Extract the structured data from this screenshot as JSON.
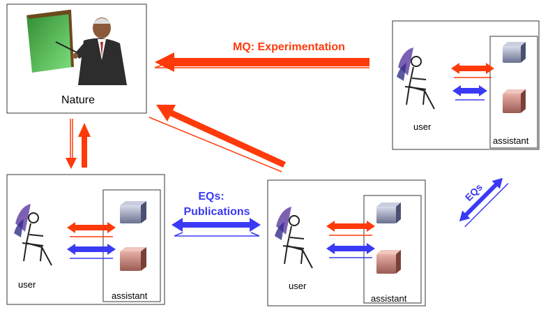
{
  "nature": {
    "label": "Nature"
  },
  "arrows": {
    "mq_label": "MQ: Experimentation",
    "eqs_pub_line1": "EQs:",
    "eqs_pub_line2": "Publications",
    "eqs_diag_label": "EQs"
  },
  "groups": {
    "left": {
      "user_label": "user",
      "assistant_label": "assistant"
    },
    "middle": {
      "user_label": "user",
      "assistant_label": "assistant"
    },
    "right": {
      "user_label": "user",
      "assistant_label": "assistant"
    }
  },
  "colors": {
    "red": "#ff3a0a",
    "blue": "#3a3af5",
    "border": "#333333"
  }
}
